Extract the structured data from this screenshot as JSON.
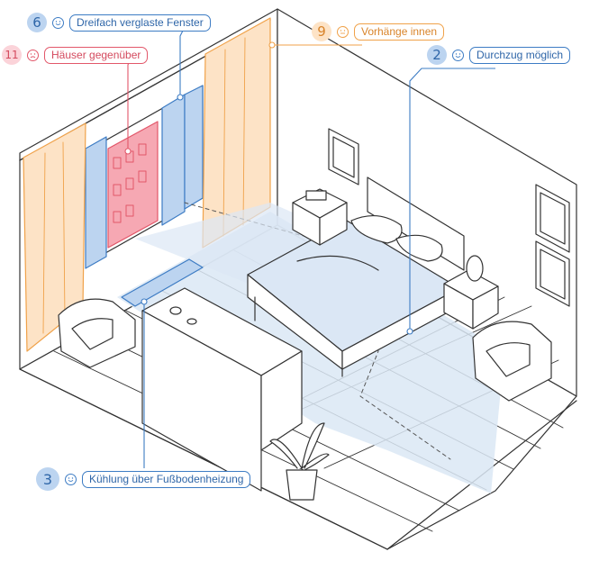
{
  "colors": {
    "blue": "#3d7cc4",
    "blue_fill": "#bcd4f0",
    "blue_light": "#dbe7f5",
    "orange": "#f0a24a",
    "orange_fill": "#fde3c6",
    "red": "#e2576a",
    "red_fill": "#f6a8b3",
    "line": "#333333"
  },
  "callouts": [
    {
      "id": "triple-glazed-window",
      "number": "6",
      "mood": "happy",
      "label": "Dreifach verglaste Fenster",
      "color": "blue"
    },
    {
      "id": "opposite-houses",
      "number": "11",
      "mood": "sad",
      "label": "Häuser gegenüber",
      "color": "red"
    },
    {
      "id": "curtains-inside",
      "number": "9",
      "mood": "neutral",
      "label": "Vorhänge innen",
      "color": "orange"
    },
    {
      "id": "cross-ventilation",
      "number": "2",
      "mood": "happy",
      "label": "Durchzug möglich",
      "color": "blue"
    },
    {
      "id": "floor-cooling",
      "number": "3",
      "mood": "happy",
      "label": "Kühlung über Fußbodenheizung",
      "color": "blue"
    }
  ]
}
